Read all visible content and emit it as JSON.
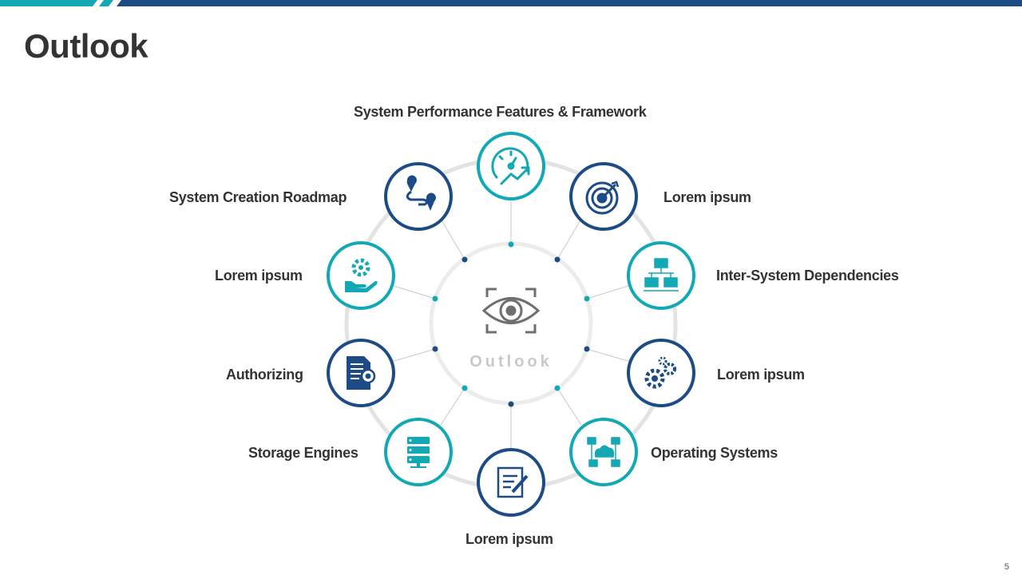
{
  "title": "Outlook",
  "page_number": "5",
  "center_label": "Outlook",
  "colors": {
    "teal": "#12a9b5",
    "navy": "#1d4b85",
    "ring": "#e3e3e3",
    "text": "#333333"
  },
  "nodes": [
    {
      "id": "top",
      "label": "System Performance Features & Framework",
      "icon": "speedometer-icon",
      "color": "teal"
    },
    {
      "id": "top-right",
      "label": "Lorem ipsum",
      "icon": "target-icon",
      "color": "navy"
    },
    {
      "id": "right-upper",
      "label": "Inter-System Dependencies",
      "icon": "network-icon",
      "color": "teal"
    },
    {
      "id": "right-lower",
      "label": "Lorem ipsum",
      "icon": "gears-icon",
      "color": "navy"
    },
    {
      "id": "bottom-right",
      "label": "Operating Systems",
      "icon": "cloud-network-icon",
      "color": "teal"
    },
    {
      "id": "bottom",
      "label": "Lorem ipsum",
      "icon": "document-pen-icon",
      "color": "navy"
    },
    {
      "id": "bottom-left",
      "label": "Storage Engines",
      "icon": "server-icon",
      "color": "teal"
    },
    {
      "id": "left-lower",
      "label": "Authorizing",
      "icon": "certificate-icon",
      "color": "navy"
    },
    {
      "id": "left-upper",
      "label": "Lorem ipsum",
      "icon": "gear-hand-icon",
      "color": "teal"
    },
    {
      "id": "top-left",
      "label": "System Creation Roadmap",
      "icon": "roadmap-icon",
      "color": "navy"
    }
  ]
}
